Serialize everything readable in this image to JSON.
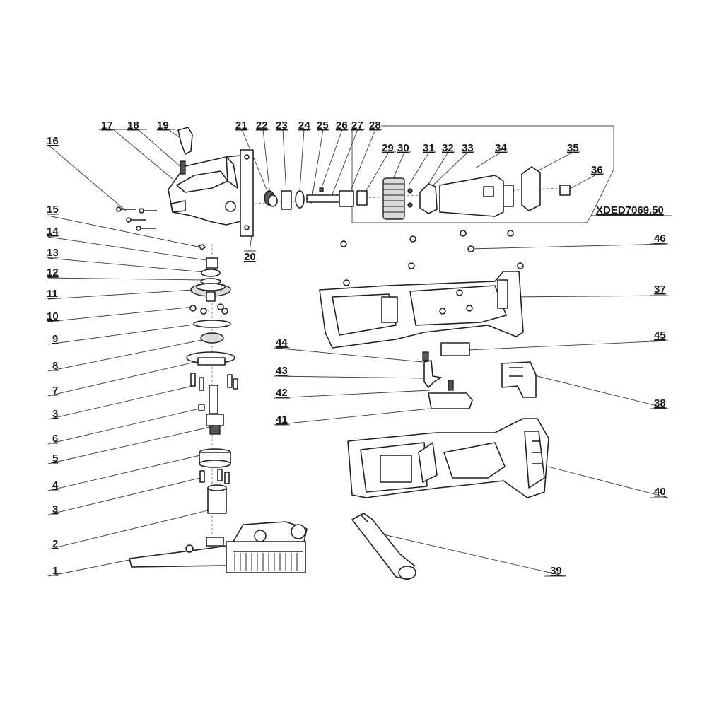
{
  "diagram": {
    "model_code": "XDED7069.50",
    "part_labels": [
      "1",
      "2",
      "3",
      "4",
      "5",
      "6",
      "7",
      "8",
      "9",
      "10",
      "11",
      "12",
      "13",
      "14",
      "15",
      "16",
      "17",
      "18",
      "19",
      "20",
      "21",
      "22",
      "23",
      "24",
      "25",
      "26",
      "27",
      "28",
      "29",
      "30",
      "31",
      "32",
      "33",
      "34",
      "35",
      "36",
      "37",
      "38",
      "39",
      "40",
      "41",
      "42",
      "43",
      "44",
      "45",
      "46"
    ],
    "left_stack_labels": [
      "16",
      "15",
      "14",
      "13",
      "12",
      "11",
      "10",
      "9",
      "8",
      "7",
      "3",
      "6",
      "5",
      "4",
      "3",
      "2",
      "1"
    ],
    "top_row_labels": [
      "17",
      "18",
      "19",
      "21",
      "22",
      "23",
      "24",
      "25",
      "26",
      "27",
      "28",
      "29",
      "30",
      "31",
      "32",
      "33",
      "34",
      "35",
      "36"
    ],
    "right_labels": [
      "46",
      "37",
      "45",
      "38",
      "40",
      "39"
    ],
    "middle_labels": [
      "20",
      "44",
      "43",
      "42",
      "41"
    ]
  }
}
